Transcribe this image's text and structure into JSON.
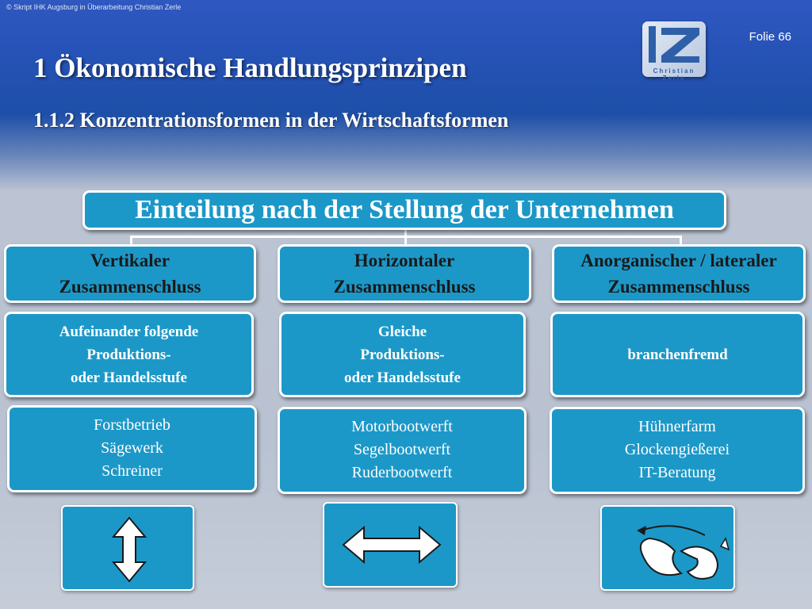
{
  "copyright": "© Skript IHK Augsburg in Überarbeitung Christian Zerle",
  "slide_number": "Folie 66",
  "logo": {
    "text": "Christian Zerle",
    "icon": "iz-logo-icon"
  },
  "title": "1 Ökonomische Handlungsprinzipen",
  "subtitle": "1.1.2 Konzentrationsformen in der Wirtschaftsformen",
  "diagram": {
    "root": "Einteilung nach der Stellung der Unternehmen",
    "columns": [
      {
        "category": [
          "Vertikaler",
          "Zusammenschluss"
        ],
        "description": [
          "Aufeinander folgende",
          "Produktions-",
          "oder Handelsstufe"
        ],
        "examples": [
          "Forstbetrieb",
          "Sägewerk",
          "Schreiner"
        ],
        "icon": "vertical-arrow-icon"
      },
      {
        "category": [
          "Horizontaler",
          "Zusammenschluss"
        ],
        "description": [
          "Gleiche",
          "Produktions-",
          "oder Handelsstufe"
        ],
        "examples": [
          "Motorbootwerft",
          "Segelbootwerft",
          "Ruderbootwerft"
        ],
        "icon": "horizontal-arrow-icon"
      },
      {
        "category": [
          "Anorganischer / lateraler",
          "Zusammenschluss"
        ],
        "description": [
          "branchenfremd"
        ],
        "examples": [
          "Hühnerfarm",
          "Glockengießerei",
          "IT-Beratung"
        ],
        "icon": "curved-arrows-icon"
      }
    ]
  },
  "colors": {
    "box": "#1c98c8",
    "header_blue": "#2753b8",
    "background": "#b9c2d2"
  }
}
